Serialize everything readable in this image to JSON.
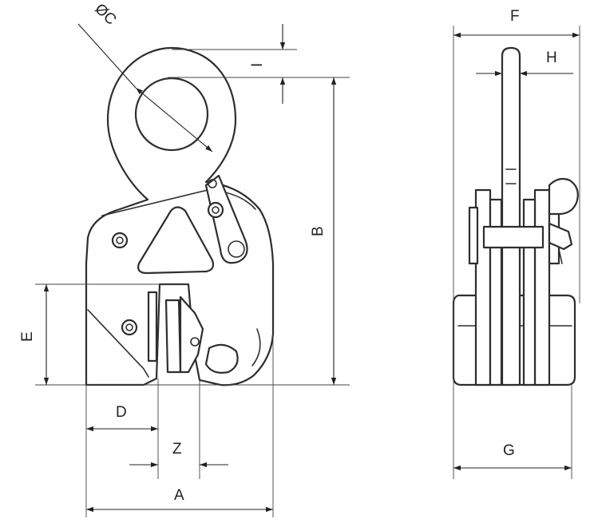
{
  "labels": {
    "a": "A",
    "b": "B",
    "c": "ØC",
    "d": "D",
    "e": "E",
    "f": "F",
    "g": "G",
    "h": "H",
    "i": "I",
    "z": "Z"
  }
}
